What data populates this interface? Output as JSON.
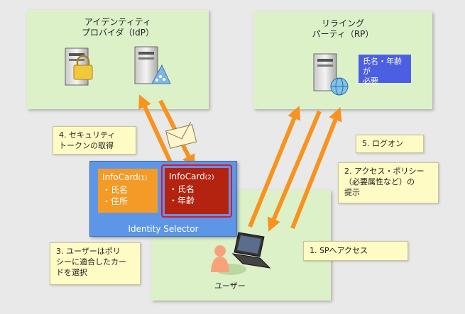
{
  "idp": {
    "title": "アイデンティティ\nプロバイダ（IdP）"
  },
  "rp": {
    "title": "リライング\nパーティ（RP）",
    "note": "氏名・年齢が\n必要"
  },
  "selector": {
    "label": "Identity Selector",
    "cards": [
      {
        "name": "InfoCard",
        "num": "(1)",
        "attrs": [
          "・氏名",
          "・住所"
        ]
      },
      {
        "name": "InfoCard",
        "num": "(2)",
        "attrs": [
          "・氏名",
          "・年齢"
        ]
      }
    ]
  },
  "user": {
    "label": "ユーザー"
  },
  "steps": [
    {
      "text": "1. SPへアクセス"
    },
    {
      "text": "2. アクセス・ポリシー\n（必要属性など）の\n提示"
    },
    {
      "text": "3. ユーザーはポリ\nシーに適合したカー\nドを選択"
    },
    {
      "text": "4. セキュリティ\nトークンの取得"
    },
    {
      "text": "5. ログオン"
    }
  ],
  "colors": {
    "zone": "#ddf1c9",
    "callout": "#fffbc5",
    "arrow": "#f7931e",
    "selector": "#5d96e6",
    "card1": "#f39a27",
    "card2": "#b3230f",
    "highlight": "#e0152e",
    "rp_note": "#4c5fe3"
  }
}
